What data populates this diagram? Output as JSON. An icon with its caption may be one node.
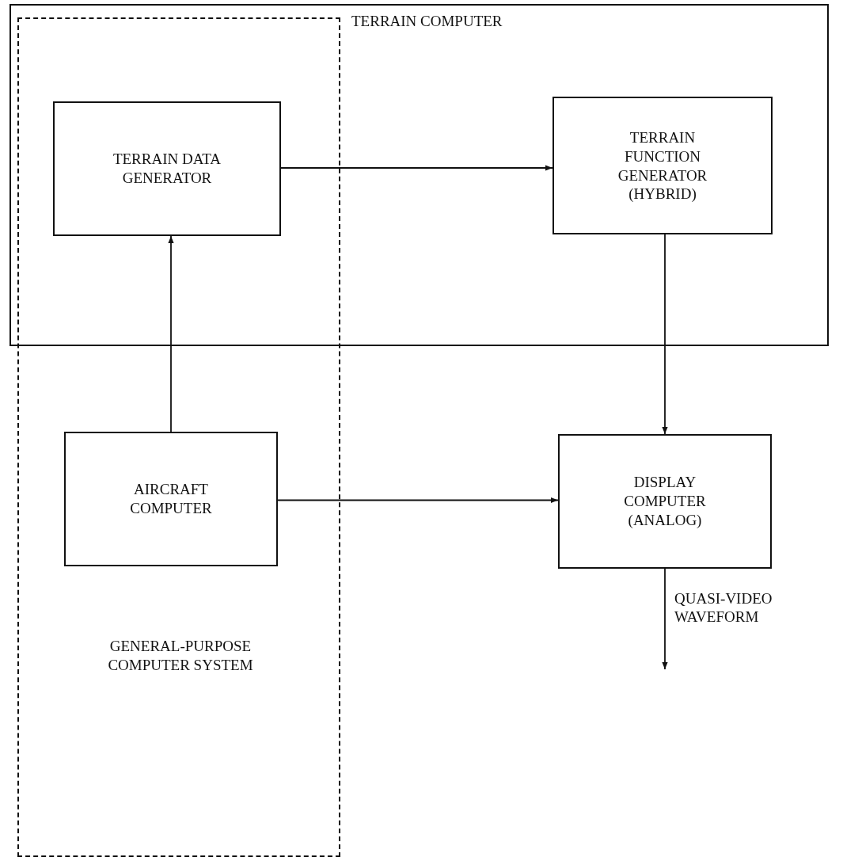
{
  "diagram": {
    "nodes": [
      {
        "text": [
          "TERRAIN COMPUTER"
        ]
      },
      {
        "text": [
          "GENERAL-PURPOSE COMPUTER SYSTEM"
        ]
      },
      {
        "text": [
          "TERRAIN DATA GENERATOR"
        ]
      },
      {
        "text": [
          "TERRAIN FUNCTION GENERATOR (HYBRID)"
        ],
        "in": 0
      },
      {
        "text": [
          "AIRCRAFT COMPUTER"
        ],
        "in": 1
      },
      {
        "text": [
          "DISPLAY COMPUTER (ANALOG)"
        ]
      }
    ],
    "edges": [
      {
        "from": 2,
        "to": 3,
        "arrow": "to"
      },
      {
        "from": 4,
        "to": 2,
        "arrow": "to"
      },
      {
        "from": 3,
        "to": 5,
        "arrow": "to"
      },
      {
        "from": 4,
        "to": 5,
        "arrow": "to"
      },
      {
        "from": 5,
        "to": null,
        "arrow": "to",
        "label": "QUASI-VIDEO WAVEFORM"
      }
    ]
  }
}
